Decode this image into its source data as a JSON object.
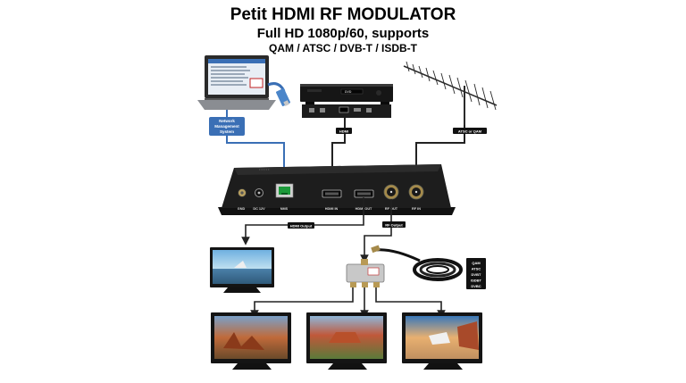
{
  "header": {
    "title": "Petit HDMI RF MODULATOR",
    "subtitle": "Full HD 1080p/60, supports",
    "formats": "QAM / ATSC / DVB-T / ISDB-T"
  },
  "labels": {
    "network": [
      "Network",
      "Management",
      "System"
    ],
    "hdmi_in_cable": "HDMI",
    "antenna_cable": "ATSC or QAM",
    "hdmi_output": "HDMI Output",
    "rf_output": "RF Output",
    "standards": [
      "QAM",
      "ATSC",
      "DVBT",
      "ISDBT",
      "DVBC"
    ]
  },
  "ports": {
    "gnd": "GND",
    "dc": "DC 12V",
    "nms": "NMS",
    "hdmi_in": "HDMI IN",
    "hdmi_out": "HDMI OUT",
    "rf_out": "RF OUT",
    "rf_in": "RF IN"
  },
  "colors": {
    "network_blue": "#3a6fb5",
    "device_dark": "#1a1a1a",
    "cable": "#222222"
  }
}
